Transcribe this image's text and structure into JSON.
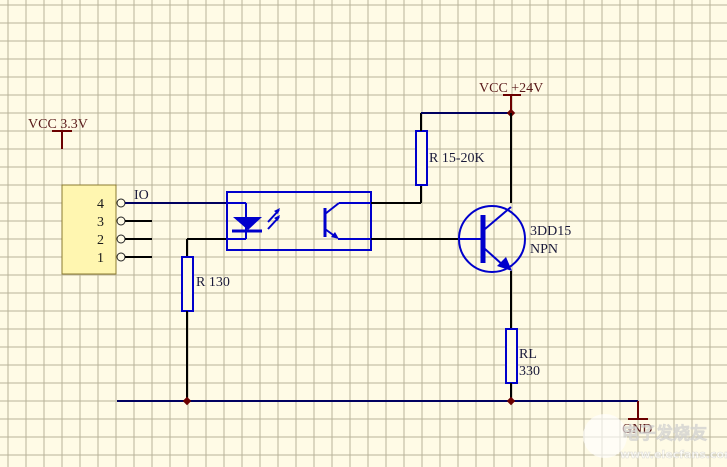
{
  "diagram": {
    "type": "schematic",
    "title": "Optocoupler-isolated NPN output driver",
    "colors": {
      "background": "#fffbe6",
      "grid": "#b9b39a",
      "wire_black": "#000000",
      "wire_navy": "#000060",
      "component_blue": "#0000cc",
      "power_port": "#6b0000",
      "connector_fill": "#fff6b0",
      "connector_border": "#8a7a30"
    },
    "power": {
      "vcc_logic": "VCC 3.3V",
      "vcc_load": "VCC +24V",
      "gnd": "GND"
    },
    "connector": {
      "pins": [
        "4",
        "3",
        "2",
        "1"
      ],
      "net_label": "IO"
    },
    "components": {
      "r_led": "R 130",
      "r_pullup": "R 15-20K",
      "transistor_part": "3DD15",
      "transistor_type": "NPN",
      "load_name": "RL",
      "load_value": "330"
    },
    "watermark": {
      "cn": "电子发烧友",
      "url": "www.elecfans.com"
    }
  }
}
